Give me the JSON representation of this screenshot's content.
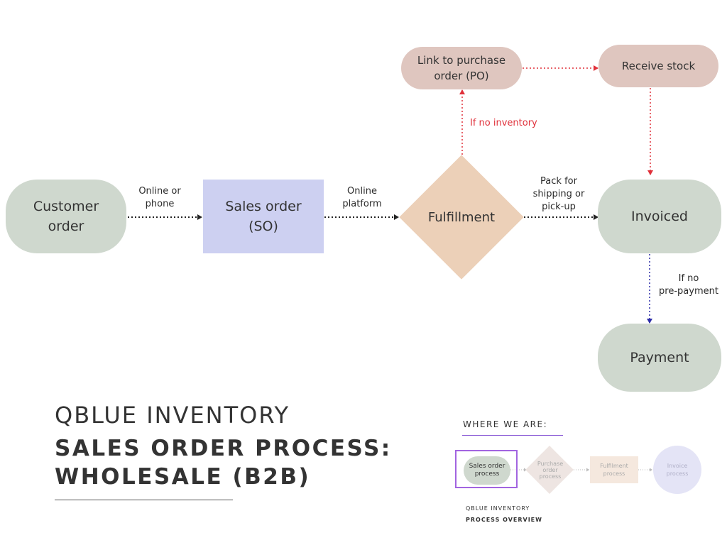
{
  "diagram": {
    "nodes": {
      "customer_order": "Customer\norder",
      "sales_order": "Sales order\n(SO)",
      "fulfillment": "Fulfillment",
      "invoiced": "Invoiced",
      "payment": "Payment",
      "link_po": "Link to purchase\norder (PO)",
      "receive_stock": "Receive stock"
    },
    "edge_labels": {
      "online_or_phone": "Online or\nphone",
      "online_platform": "Online\nplatform",
      "pack_for_shipping": "Pack for\nshipping or\npick-up",
      "if_no_inventory": "If no inventory",
      "if_no_prepayment": "If no\npre-payment"
    },
    "colors": {
      "dark_arrow": "#222222",
      "red_arrow": "#e0303a",
      "blue_arrow": "#2c2ca8"
    }
  },
  "titles": {
    "brand": "QBLUE INVENTORY",
    "heading": "SALES ORDER PROCESS:\nWHOLESALE (B2B)"
  },
  "where_we_are": {
    "label": "WHERE WE ARE:",
    "steps": {
      "sales_order": "Sales order\nprocess",
      "purchase_order": "Purchase\norder\nprocess",
      "fulfilment": "Fulfilment\nprocess",
      "invoice": "Invoice\nprocess"
    },
    "footer_brand": "QBLUE INVENTORY",
    "footer_title": "PROCESS OVERVIEW"
  }
}
